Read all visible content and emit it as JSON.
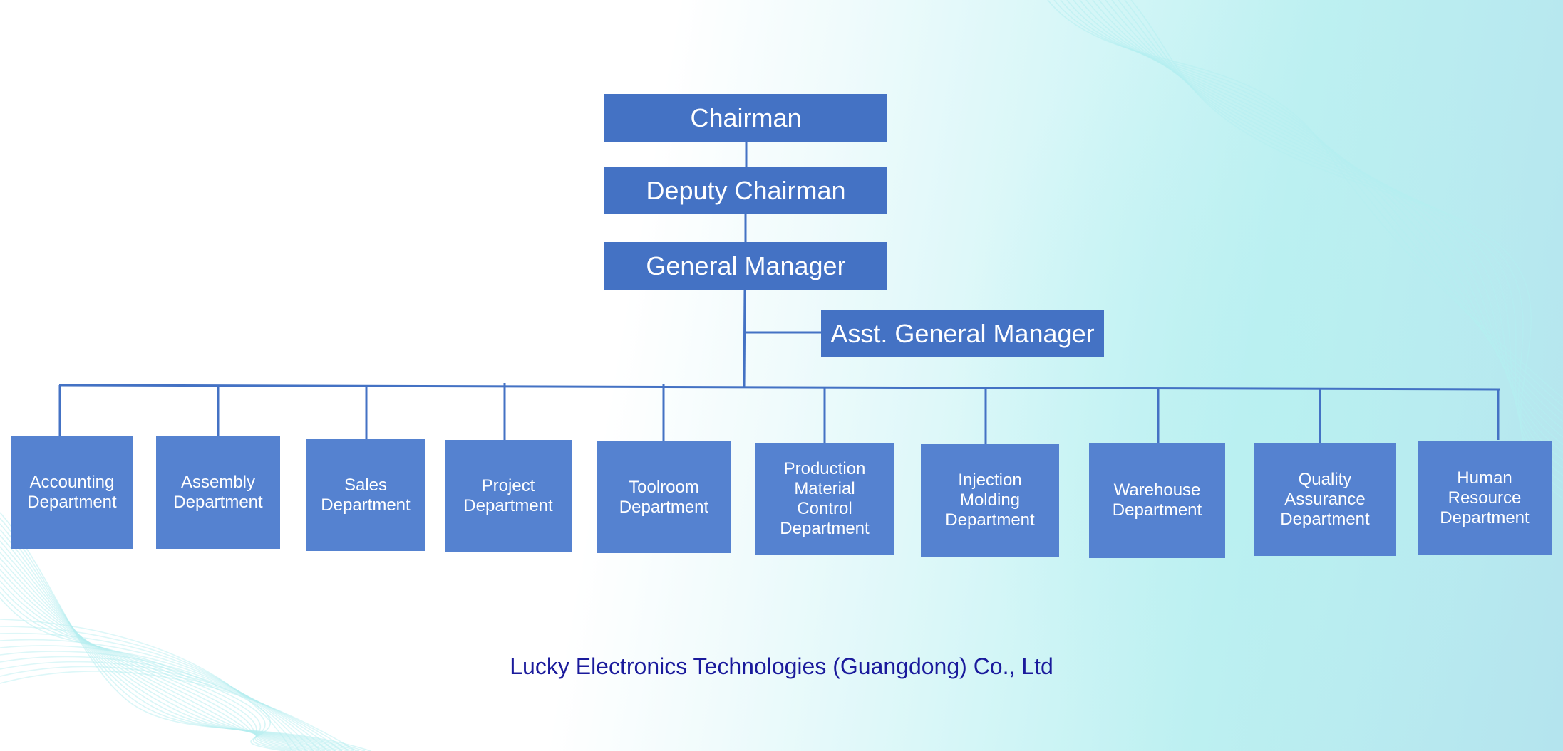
{
  "org_chart": {
    "executives": {
      "chairman": "Chairman",
      "deputy_chairman": "Deputy Chairman",
      "general_manager": "General Manager",
      "asst_general_manager": "Asst. General Manager"
    },
    "departments": [
      "Accounting\nDepartment",
      "Assembly\nDepartment",
      "Sales\nDepartment",
      "Project\nDepartment",
      "Toolroom\nDepartment",
      "Production\nMaterial\nControl\nDepartment",
      "Injection\nMolding\nDepartment",
      "Warehouse\nDepartment",
      "Quality\nAssurance\nDepartment",
      "Human\nResource\nDepartment"
    ]
  },
  "footer": {
    "company": "Lucky Electronics Technologies (Guangdong) Co., Ltd"
  },
  "colors": {
    "box_fill": "#4472c4",
    "connector": "#4472c4",
    "footer_text": "#1a1a9c",
    "background_accent": "#b4eef0"
  }
}
